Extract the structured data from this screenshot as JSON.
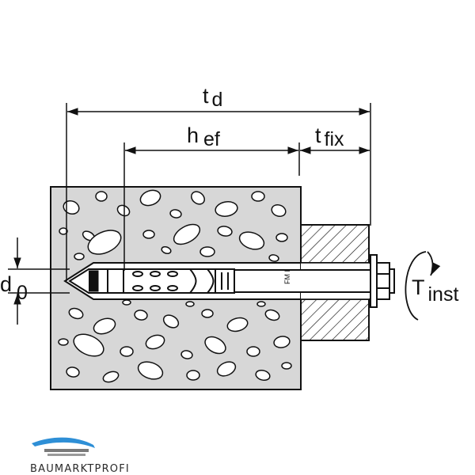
{
  "diagram": {
    "labels": {
      "td_main": "t",
      "td_sub": "d",
      "hef_main": "h",
      "hef_sub": "ef",
      "tfix_main": "t",
      "tfix_sub": "fix",
      "d0_main": "d",
      "d0_sub": "0",
      "tinst_main": "T",
      "tinst_sub": "inst"
    },
    "colors": {
      "line": "#111111",
      "concrete": "#d7d7d7",
      "logo_blue": "#2e8fd6",
      "logo_gray": "#555555"
    }
  },
  "logo": {
    "text": "BAUMARKTPROFI"
  }
}
